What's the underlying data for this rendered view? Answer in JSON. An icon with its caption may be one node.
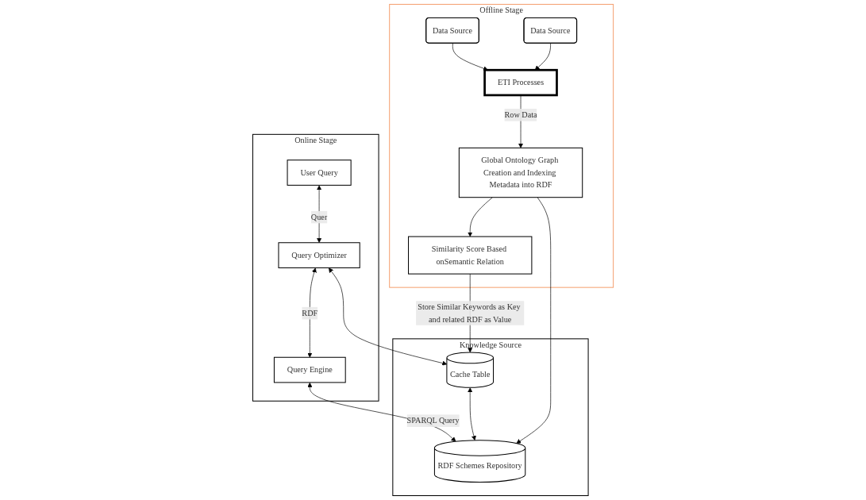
{
  "diagram": {
    "nodes": [
      {
        "text": [
          "Online Stage"
        ]
      },
      {
        "text": [
          "User Query"
        ],
        "in": 0
      },
      {
        "text": [
          "Query Optimizer"
        ],
        "in": 0
      },
      {
        "text": [
          "Query Engine"
        ],
        "in": 0
      },
      {
        "text": [
          "Knowledge Source"
        ]
      },
      {
        "text": [
          "Cache Table"
        ],
        "in": 4
      },
      {
        "text": [
          "RDF Schemes Repository"
        ],
        "in": 4
      },
      {
        "text": [
          "Offline Stage"
        ]
      },
      {
        "text": [
          "Data Source"
        ],
        "in": 7
      },
      {
        "text": [
          "Data Source"
        ],
        "in": 7
      },
      {
        "text": [
          "ETI Processes"
        ],
        "in": 7
      },
      {
        "text": [
          "Global Ontology Graph Creation and Indexing Metadata into RDF"
        ],
        "in": 7
      },
      {
        "text": [
          "Similarity Score Based onSemantic Relation"
        ],
        "in": 7
      }
    ],
    "edges": [
      {
        "from": 1,
        "to": 2,
        "arrow": "both",
        "label": "Quer"
      },
      {
        "from": 2,
        "to": 3,
        "arrow": "both",
        "label": "RDF"
      },
      {
        "from": 2,
        "to": 5,
        "arrow": "both"
      },
      {
        "from": 3,
        "to": 6,
        "arrow": "both",
        "label": "SPARQL Query"
      },
      {
        "from": 5,
        "to": 6,
        "arrow": "both"
      },
      {
        "from": 12,
        "to": 5,
        "arrow": "to",
        "label": "Store Similar Keywords as Key and related RDF as Value"
      },
      {
        "from": 11,
        "to": 6,
        "arrow": "to"
      },
      {
        "from": 8,
        "to": 10,
        "arrow": "to"
      },
      {
        "from": 9,
        "to": 10,
        "arrow": "to"
      },
      {
        "from": 10,
        "to": 11,
        "arrow": "to",
        "label": "Row Data"
      },
      {
        "from": 11,
        "to": 12,
        "arrow": "to"
      }
    ]
  }
}
